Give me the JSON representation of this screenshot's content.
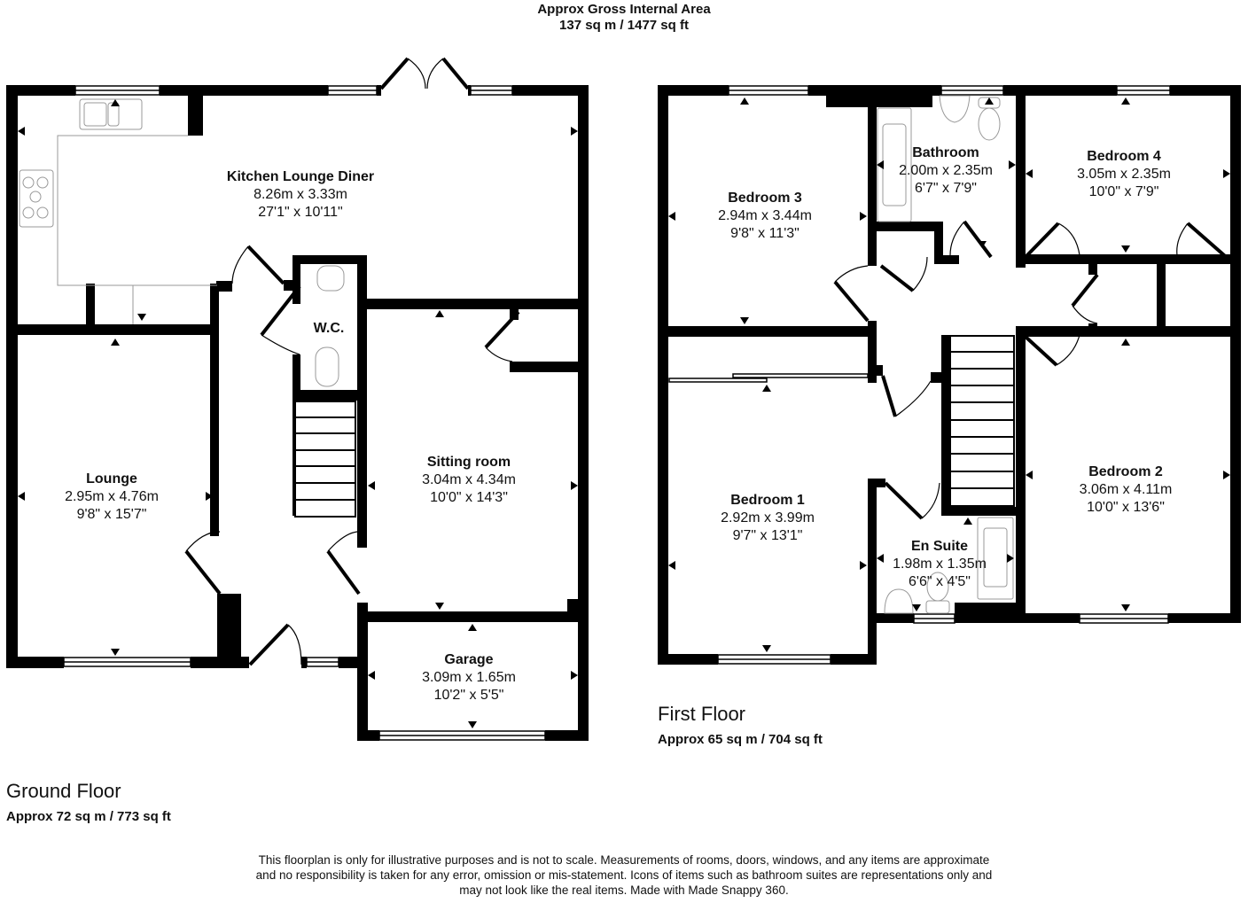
{
  "header": {
    "line1": "Approx Gross Internal Area",
    "line2": "137 sq m / 1477 sq ft"
  },
  "ground_floor": {
    "title": "Ground Floor",
    "area": "Approx 72 sq m / 773 sq ft",
    "rooms": [
      {
        "name": "Kitchen Lounge Diner",
        "metric": "8.26m x 3.33m",
        "imperial": "27'1\" x 10'11\""
      },
      {
        "name": "W.C.",
        "metric": "",
        "imperial": ""
      },
      {
        "name": "Lounge",
        "metric": "2.95m x 4.76m",
        "imperial": "9'8\" x 15'7\""
      },
      {
        "name": "Sitting room",
        "metric": "3.04m x 4.34m",
        "imperial": "10'0\" x 14'3\""
      },
      {
        "name": "Garage",
        "metric": "3.09m x 1.65m",
        "imperial": "10'2\" x 5'5\""
      }
    ]
  },
  "first_floor": {
    "title": "First Floor",
    "area": "Approx 65 sq m / 704 sq ft",
    "rooms": [
      {
        "name": "Bedroom 3",
        "metric": "2.94m x 3.44m",
        "imperial": "9'8\" x 11'3\""
      },
      {
        "name": "Bathroom",
        "metric": "2.00m x 2.35m",
        "imperial": "6'7\" x 7'9\""
      },
      {
        "name": "Bedroom 4",
        "metric": "3.05m x 2.35m",
        "imperial": "10'0\" x 7'9\""
      },
      {
        "name": "Bedroom 1",
        "metric": "2.92m x 3.99m",
        "imperial": "9'7\" x 13'1\""
      },
      {
        "name": "En Suite",
        "metric": "1.98m x 1.35m",
        "imperial": "6'6\" x 4'5\""
      },
      {
        "name": "Bedroom 2",
        "metric": "3.06m x 4.11m",
        "imperial": "10'0\" x 13'6\""
      }
    ]
  },
  "disclaimer": {
    "line1": "This floorplan is only for illustrative purposes and is not to scale. Measurements of rooms, doors, windows, and any items are approximate",
    "line2": "and no responsibility is taken for any error, omission or mis-statement. Icons of items such as bathroom suites are representations only and",
    "line3": "may not look like the real items. Made with Made Snappy 360."
  },
  "colors": {
    "wall": "#000000",
    "background": "#ffffff",
    "fixture": "#888888"
  }
}
